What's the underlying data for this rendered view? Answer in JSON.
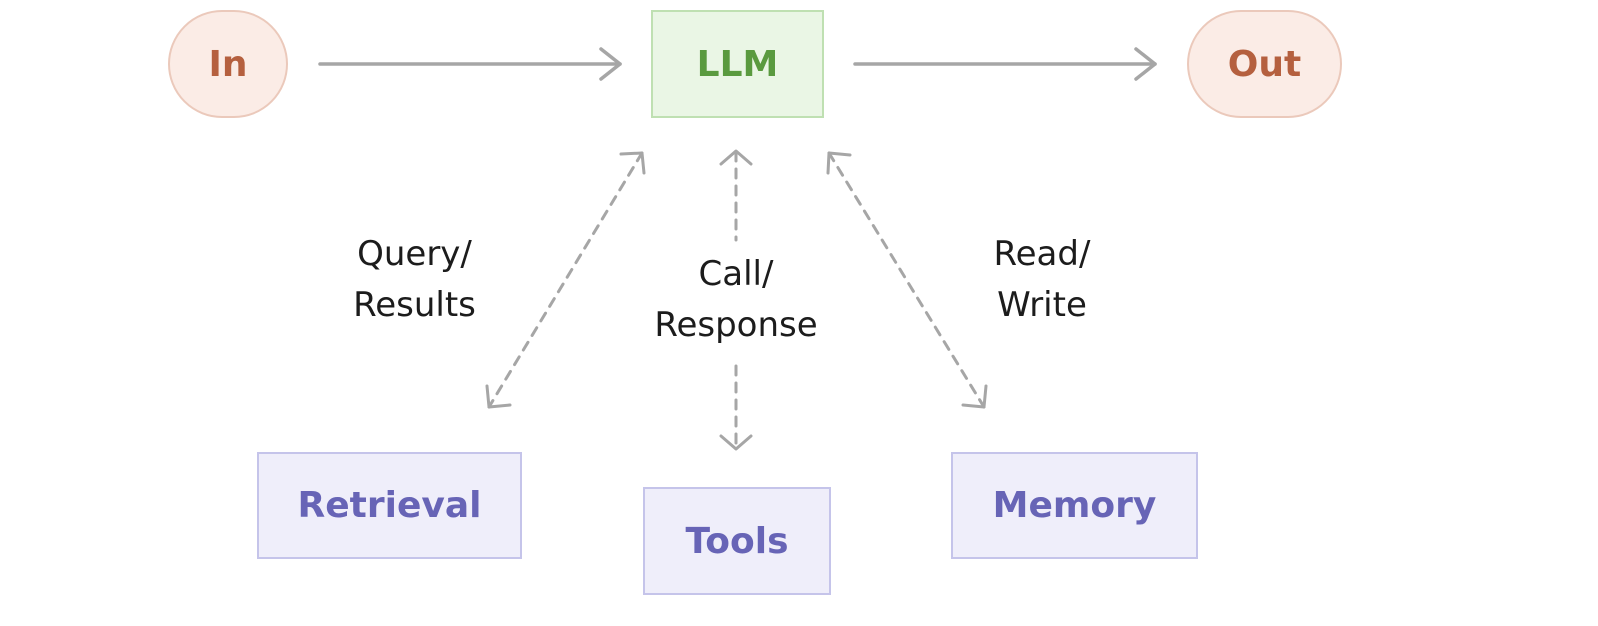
{
  "nodes": {
    "input": "In",
    "llm": "LLM",
    "output": "Out",
    "retrieval": "Retrieval",
    "tools": "Tools",
    "memory": "Memory"
  },
  "edges": {
    "retrieval": {
      "line1": "Query/",
      "line2": "Results"
    },
    "tools": {
      "line1": "Call/",
      "line2": "Response"
    },
    "memory": {
      "line1": "Read/",
      "line2": "Write"
    }
  },
  "colors": {
    "terminal_fill": "#fbece6",
    "terminal_text": "#b5603f",
    "llm_fill": "#eaf6e5",
    "llm_text": "#5a9a3f",
    "component_fill": "#efeefa",
    "component_text": "#6764b6",
    "arrow": "#a6a6a6"
  }
}
